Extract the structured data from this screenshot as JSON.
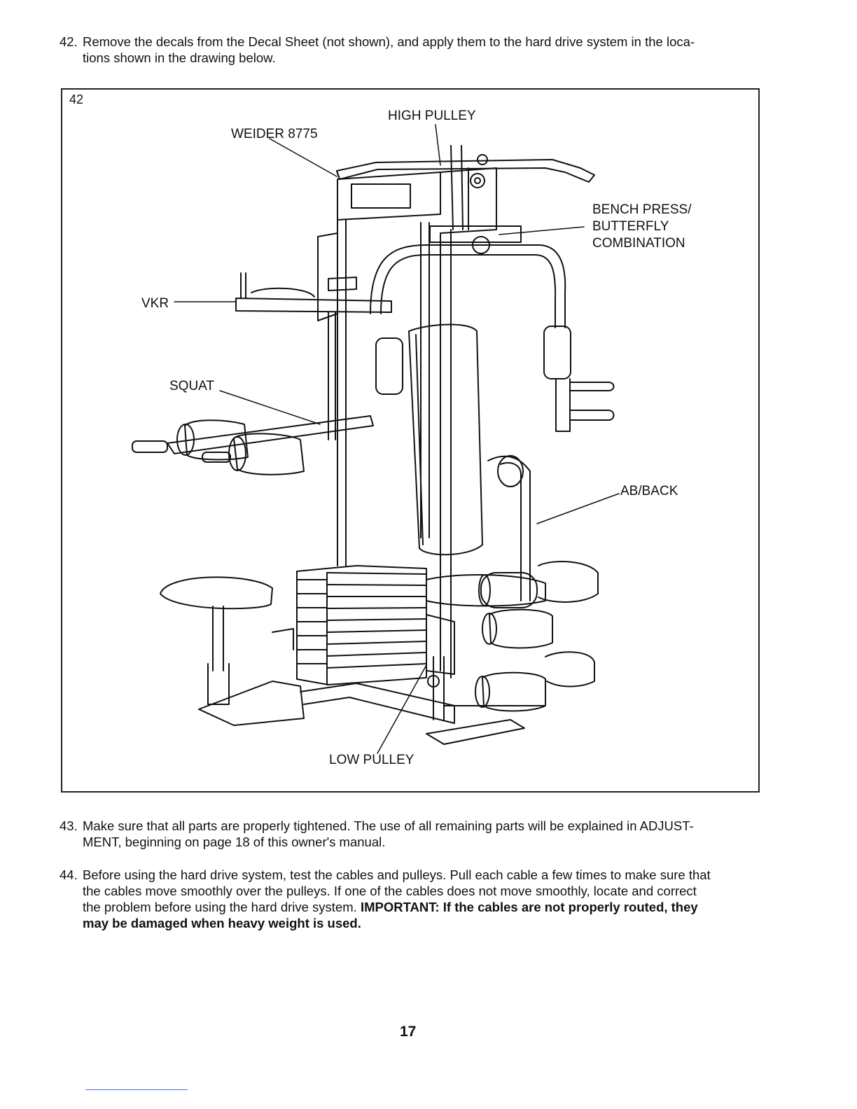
{
  "steps": [
    {
      "number": "42.",
      "text": "Remove the decals from the Decal Sheet (not shown), and apply them to the hard drive system in the loca-",
      "text2": "tions shown in the drawing below."
    },
    {
      "number": "43.",
      "text": "Make sure that all parts are properly tightened. The use of all remaining parts will be explained in ADJUST-",
      "text2": "MENT, beginning on page 18 of this owner's manual."
    },
    {
      "number": "44.",
      "text": "Before using the hard drive system, test the cables and pulleys. Pull each cable a few times to make sure that",
      "text2": "the cables move smoothly over the pulleys. If one of the cables does not move smoothly, locate and correct",
      "text3": "the problem before using the hard drive system. ",
      "important": "IMPORTANT: If the cables are not properly routed, they",
      "important2": "may be damaged when heavy weight is used."
    }
  ],
  "figure": {
    "number": "42",
    "callouts": {
      "high_pulley": "HIGH PULLEY",
      "weider": "WEIDER 8775",
      "bench_press": [
        "BENCH PRESS/",
        "BUTTERFLY",
        "COMBINATION"
      ],
      "vkr": "VKR",
      "squat": "SQUAT",
      "ab_back": "AB/BACK",
      "low_pulley": "LOW PULLEY"
    }
  },
  "page_number": "17"
}
